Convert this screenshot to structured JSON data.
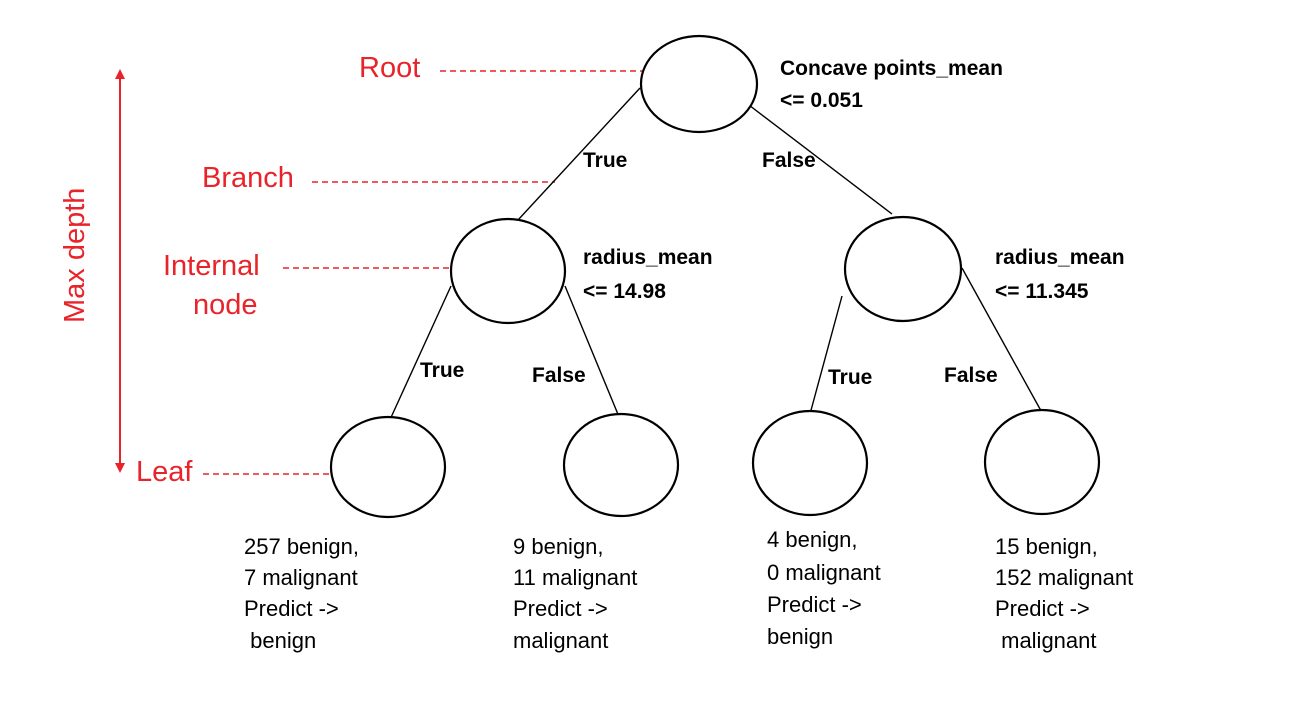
{
  "annotations": {
    "root": "Root",
    "branch": "Branch",
    "internal_line1": "Internal",
    "internal_line2": "node",
    "leaf": "Leaf",
    "max_depth": "Max depth"
  },
  "colors": {
    "annotation": "#e8242a",
    "ink": "#000000"
  },
  "root_node": {
    "feature": "Concave points_mean",
    "threshold": "<= 0.051"
  },
  "edges": {
    "root_left": "True",
    "root_right": "False",
    "left_left": "True",
    "left_right": "False",
    "right_left": "True",
    "right_right": "False"
  },
  "internal_left": {
    "feature": "radius_mean",
    "threshold": "<= 14.98"
  },
  "internal_right": {
    "feature": "radius_mean",
    "threshold": "<= 11.345"
  },
  "leaves": [
    {
      "line1": "257 benign,",
      "line2": "7 malignant",
      "line3": "Predict ->",
      "line4": " benign"
    },
    {
      "line1": "9 benign,",
      "line2": "11 malignant",
      "line3": "Predict ->",
      "line4": "malignant"
    },
    {
      "line1": "4 benign,",
      "line2": "0 malignant",
      "line3": "Predict ->",
      "line4": "benign"
    },
    {
      "line1": "15 benign,",
      "line2": "152 malignant",
      "line3": "Predict ->",
      "line4": " malignant"
    }
  ]
}
